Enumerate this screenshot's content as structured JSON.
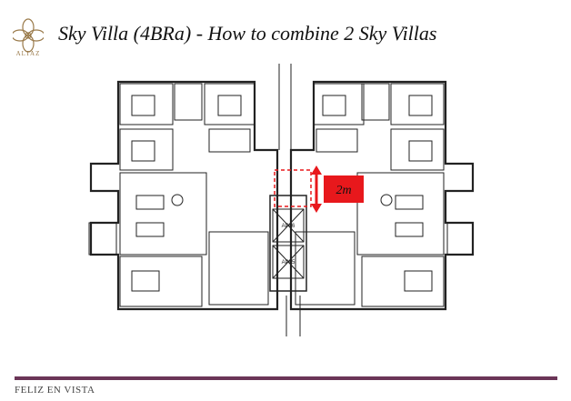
{
  "brand": {
    "logo_text": "ALTAZ",
    "logo_icon": "floral-emblem-icon"
  },
  "header": {
    "title": "Sky Villa (4BRa) - How to combine 2 Sky Villas"
  },
  "plan": {
    "dimension_label": "2m",
    "lift_labels": [
      "APL6",
      "APL5"
    ],
    "highlight_color": "#e8181c"
  },
  "footer": {
    "text": "FELIZ EN VISTA",
    "line_color": "#6b3557"
  }
}
